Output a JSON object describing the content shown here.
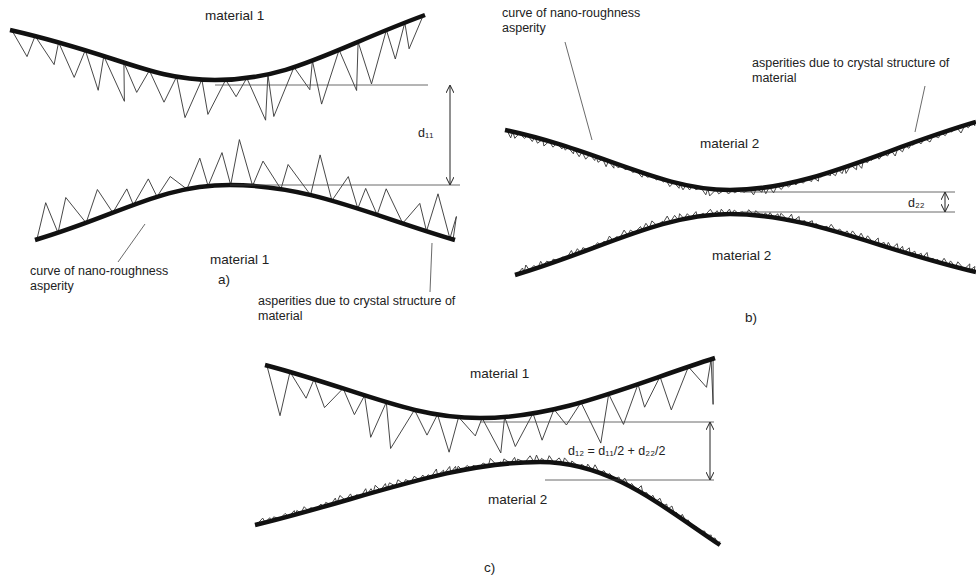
{
  "diagram": {
    "labels": [
      "material 1",
      "d₁₁",
      "material 1",
      "curve of nano-roughness asperity",
      "a)",
      "asperities due to crystal structure of material",
      "curve of nano-roughness asperity",
      "asperities due to crystal structure of material",
      "material 2",
      "d₂₂",
      "material 2",
      "b)",
      "material 1",
      "d₁₂ = d₁₁/2 + d₂₂/2",
      "material 2",
      "c)"
    ]
  }
}
